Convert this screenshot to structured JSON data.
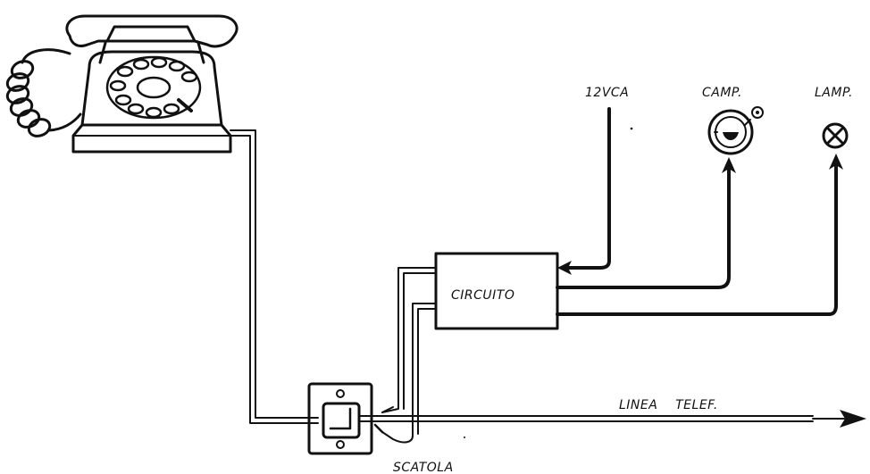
{
  "labels": {
    "power": "12VCA",
    "bell": "CAMP.",
    "lamp": "LAMP.",
    "circuit": "CIRCUITO",
    "phone_line": "LINEA    TELEF.",
    "box": "SCATOLA"
  },
  "colors": {
    "ink": "#111111",
    "background": "#ffffff"
  }
}
